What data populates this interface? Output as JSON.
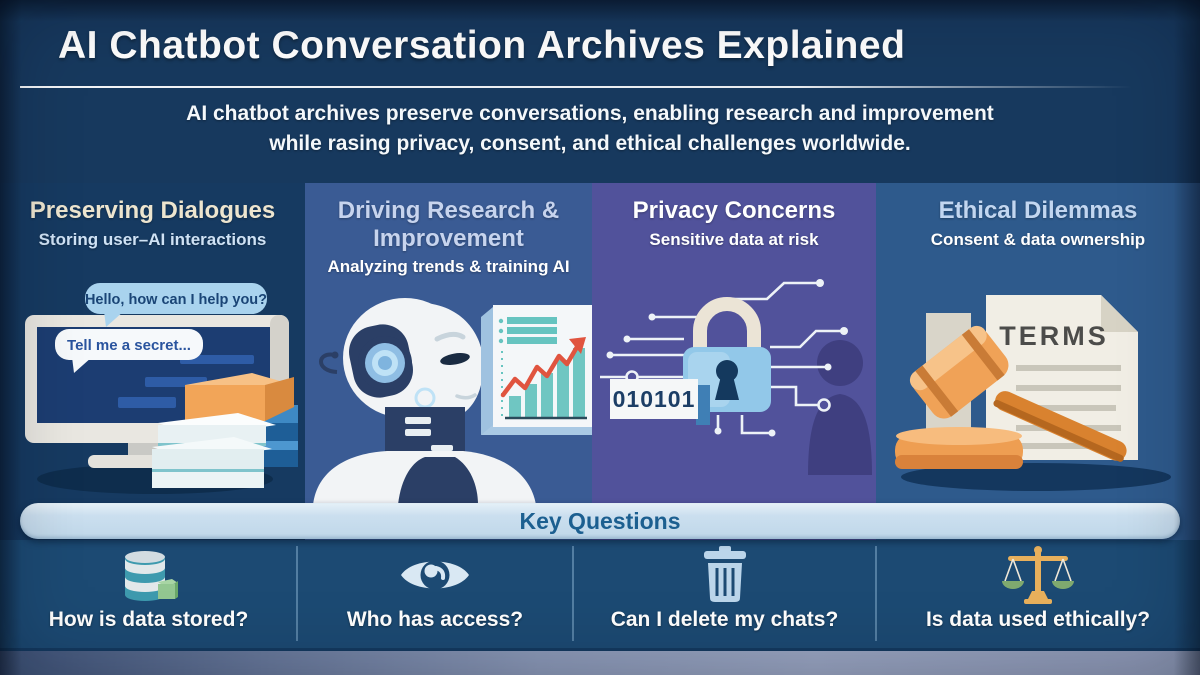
{
  "header": {
    "title": "AI Chatbot Conversation Archives Explained",
    "subtitle_line1": "AI chatbot archives preserve conversations, enabling research and improvement",
    "subtitle_line2": "while rasing privacy, consent, and ethical challenges worldwide."
  },
  "columns": [
    {
      "title": "Preserving Dialogues",
      "subtitle": "Storing user–AI interactions",
      "illustration": "monitor-with-chat-and-books",
      "chat_bubbles": [
        "Hello, how can I help you?",
        "Tell me a secret..."
      ]
    },
    {
      "title": "Driving Research & Improvement",
      "subtitle": "Analyzing trends & training AI",
      "illustration": "robot-head-with-analytics-chart"
    },
    {
      "title": "Privacy Concerns",
      "subtitle": "Sensitive data at risk",
      "illustration": "padlock-circuits-silhouette",
      "binary_label": "010101"
    },
    {
      "title": "Ethical Dilemmas",
      "subtitle": "Consent & data ownership",
      "illustration": "gavel-and-terms-document",
      "document_label": "TERMS"
    }
  ],
  "key_questions": {
    "banner": "Key Questions",
    "items": [
      {
        "icon": "database-icon",
        "question": "How is data stored?"
      },
      {
        "icon": "eye-icon",
        "question": "Who has access?"
      },
      {
        "icon": "trash-icon",
        "question": "Can I delete my chats?"
      },
      {
        "icon": "scales-icon",
        "question": "Is data used ethically?"
      }
    ]
  },
  "colors": {
    "header_bg": "#17395E",
    "col1_bg": "#163A61",
    "col2_bg": "#3A5B94",
    "col3_bg": "#51529B",
    "col4_bg": "#2E5A8C",
    "questions_bg": "#1C4A73",
    "banner_bg": "#C4DAEB",
    "banner_text": "#1C5F90",
    "chart_teal": "#6FC6C2",
    "trend_red": "#E0543F",
    "gavel_orange": "#EE9E52",
    "lock_blue": "#92C8E9"
  }
}
